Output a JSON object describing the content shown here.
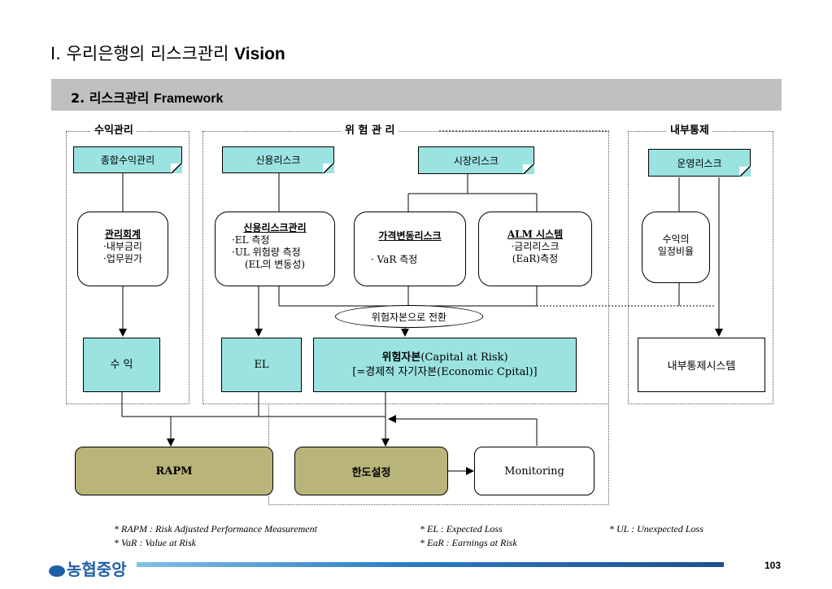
{
  "title": {
    "prefix": "I.",
    "korean": " 우리은행의 리스크관리 ",
    "vision": "Vision"
  },
  "section": {
    "number": "2.",
    "korean": "  리스크관리 ",
    "framework": "Framework"
  },
  "groups": {
    "revenue": "수익관리",
    "risk": "위 험 관 리",
    "internal": "내부통제"
  },
  "notes": {
    "integrated_revenue": "종합수익관리",
    "credit_risk": "신용리스크",
    "market_risk": "시장리스크",
    "operational_risk": "운영리스크"
  },
  "boxes": {
    "mgmt_accounting": {
      "head": "관리회계",
      "line1": "·내부금리",
      "line2": "·업무원가"
    },
    "credit_risk_mgmt": {
      "head": "신용리스크관리",
      "line1": "·EL 측정",
      "line2": "·UL 위험량 측정",
      "line3": "(EL의 변동성)"
    },
    "price_risk": {
      "head": "가격변동리스크",
      "line1": "· VaR 측정"
    },
    "alm_system": {
      "head": "ALM 시스템",
      "line1": "·금리리스크",
      "line2": "(EaR)측정"
    },
    "revenue_ratio": {
      "line1": "수익의",
      "line2": "일정비율"
    }
  },
  "conversion": "위험자본으로 전환",
  "outputs": {
    "revenue": "수 익",
    "el": "EL",
    "capital_line1_bold": "위험자본",
    "capital_line1_rest": "(Capital at Risk)",
    "capital_line2": "[=경제적 자기자본(Economic Cpital)]",
    "internal_control_system": "내부통제시스템"
  },
  "bottom": {
    "rapm": "RAPM",
    "limit_setting": "한도설정",
    "monitoring": "Monitoring"
  },
  "footnotes": {
    "rapm": "* RAPM  : Risk Adjusted Performance Measurement",
    "el": "* EL : Expected Loss",
    "ul": "* UL : Unexpected Loss",
    "var": "* VaR : Value at Risk",
    "ear": "* EaR : Earnings at Risk"
  },
  "footer": {
    "logo_text": "농협중앙",
    "page_number": "103"
  },
  "colors": {
    "cyan": "#9be3e1",
    "olive": "#b9b47a",
    "gray_bar": "#c0c0c0",
    "logo_blue": "#1e5fa8"
  }
}
